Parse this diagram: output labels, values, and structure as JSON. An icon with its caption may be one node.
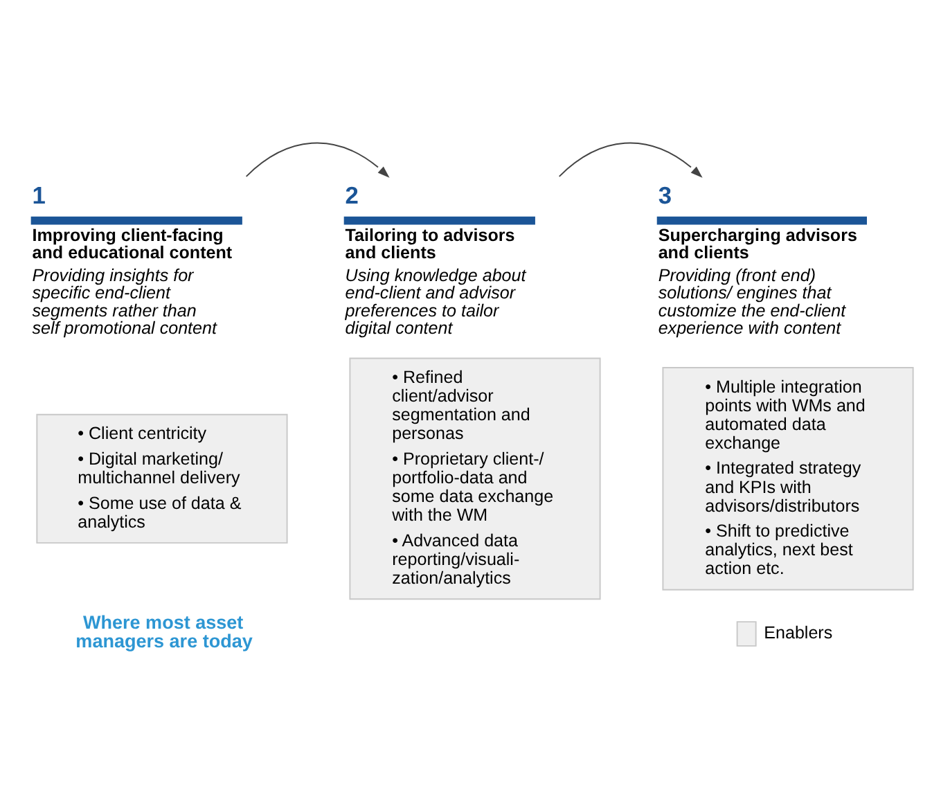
{
  "diagram": {
    "nodes": [
      {
        "text": [
          "1",
          "Improving client-facing and educational content",
          "Providing insights for specific end-client segments rather than self promotional content"
        ]
      },
      {
        "text": [
          "• Client centricity",
          "• Digital marketing/ multichannel delivery",
          "• Some use of data & analytics"
        ]
      },
      {
        "text": [
          "2",
          "Tailoring to advisors and clients",
          "Using knowledge about end-client and advisor preferences to tailor digital content"
        ]
      },
      {
        "text": [
          "• Refined client/advisor segmentation and personas",
          "• Proprietary client-/ portfolio-data and some data exchange with the WM",
          "• Advanced data reporting/visuali- zation/analytics"
        ]
      },
      {
        "text": [
          "3",
          "Supercharging advisors and clients",
          "Providing (front end) solutions/ engines that customize the end-client experience with content"
        ]
      },
      {
        "text": [
          "• Multiple integration points with WMs and automated data exchange",
          "• Integrated strategy and KPIs with advisors/distributors",
          "• Shift to predictive analytics, next best action etc."
        ]
      }
    ],
    "edges": [
      {
        "from": 0,
        "to": 2,
        "arrow": "to"
      },
      {
        "from": 2,
        "to": 4,
        "arrow": "to"
      }
    ],
    "labels": [
      "Where most asset managers are today"
    ],
    "legend": [
      {
        "text": "Enablers",
        "color": "#efefef"
      }
    ]
  }
}
